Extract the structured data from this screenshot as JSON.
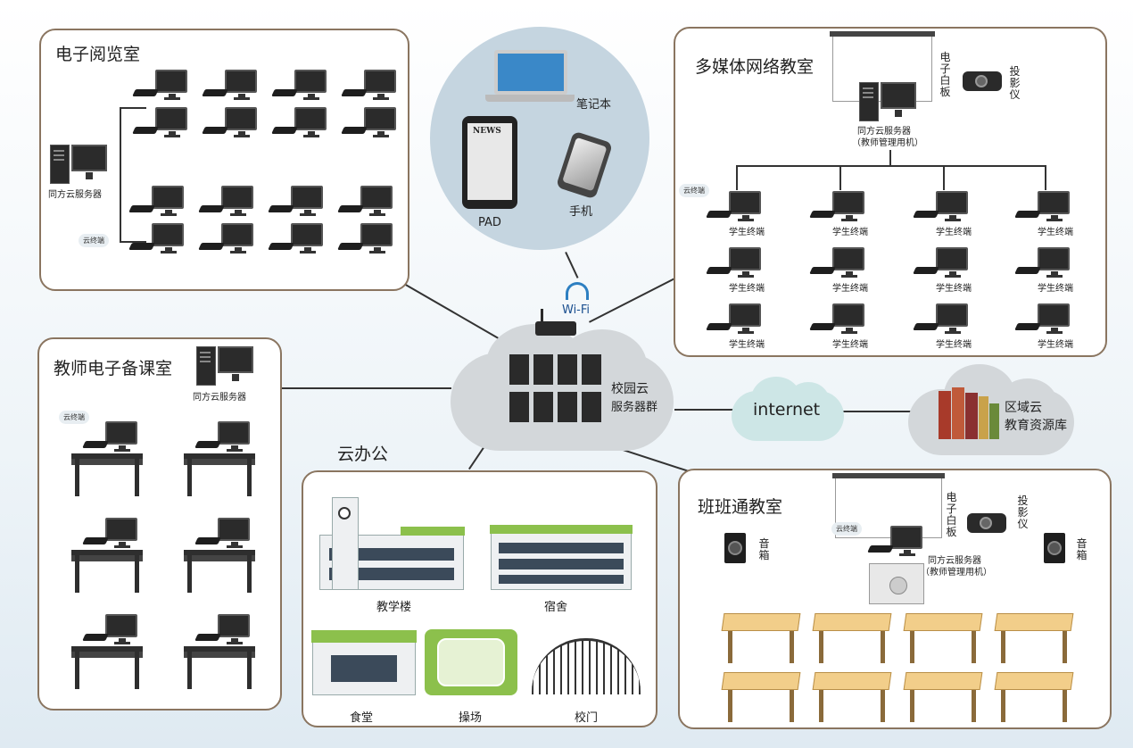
{
  "reading_room": {
    "title": "电子阅览室",
    "server_label": "同方云服务器",
    "cloud_terminal_label": "云终端"
  },
  "multimedia_room": {
    "title": "多媒体网络教室",
    "whiteboard_label": "电子白板",
    "projector_label": "投影仪",
    "server_label": "同方云服务器",
    "server_sublabel": "（教师管理用机）",
    "cloud_terminal_label": "云终端",
    "student_terminal_label": "学生终端"
  },
  "teacher_room": {
    "title": "教师电子备课室",
    "server_label": "同方云服务器",
    "cloud_terminal_label": "云终端"
  },
  "mobile": {
    "laptop_label": "笔记本",
    "pad_label": "PAD",
    "phone_label": "手机",
    "news_label": "NEWS"
  },
  "campus_cloud": {
    "wifi_label": "Wi-Fi",
    "name": "校园云",
    "subname": "服务器群"
  },
  "internet_label": "internet",
  "regional_cloud": {
    "name": "区域云",
    "subname": "教育资源库"
  },
  "office": {
    "title": "云办公",
    "teaching_building": "教学楼",
    "dormitory": "宿舍",
    "canteen": "食堂",
    "playground": "操场",
    "gate": "校门"
  },
  "class_room": {
    "title": "班班通教室",
    "whiteboard_label": "电子白板",
    "projector_label": "投影仪",
    "speaker_label": "音箱",
    "cloud_terminal_label": "云终端",
    "server_label": "同方云服务器",
    "server_sublabel": "（教师管理用机）"
  },
  "colors": {
    "panel_border": "#8a7560",
    "cloud": "#d3d7da",
    "mobile_circle": "#c5d5e0",
    "accent_green": "#8cc04c",
    "desk_wood": "#f2ce8a"
  }
}
